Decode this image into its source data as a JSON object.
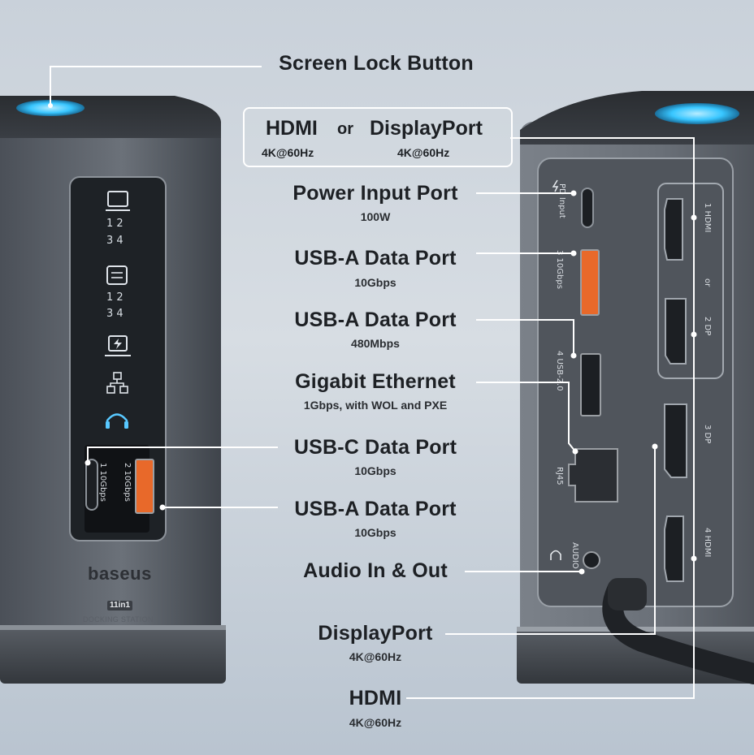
{
  "brand": {
    "name": "baseus",
    "badge": "11in1",
    "subtitle": "DOCKING STATION"
  },
  "callouts": {
    "screen_lock": "Screen Lock Button",
    "hdmi_or_dp": {
      "left_title": "HDMI",
      "or": "or",
      "right_title": "DisplayPort",
      "left_spec": "4K@60Hz",
      "right_spec": "4K@60Hz"
    },
    "power_input": {
      "title": "Power Input Port",
      "spec": "100W"
    },
    "usb_a_10g": {
      "title": "USB-A Data Port",
      "spec": "10Gbps"
    },
    "usb_a_480": {
      "title": "USB-A Data Port",
      "spec": "480Mbps"
    },
    "ethernet": {
      "title": "Gigabit Ethernet",
      "spec": "1Gbps, with WOL and PXE"
    },
    "usb_c": {
      "title": "USB-C Data Port",
      "spec": "10Gbps"
    },
    "usb_a_front": {
      "title": "USB-A Data Port",
      "spec": "10Gbps"
    },
    "audio": {
      "title": "Audio In & Out"
    },
    "displayport": {
      "title": "DisplayPort",
      "spec": "4K@60Hz"
    },
    "hdmi": {
      "title": "HDMI",
      "spec": "4K@60Hz"
    }
  },
  "panel_labels": {
    "display_numbers_1": "1 2",
    "display_numbers_2": "3 4",
    "usb_numbers_1": "1 2",
    "usb_numbers_2": "3 4",
    "front_port_1": "1 10Gbps",
    "front_port_2": "2 10Gbps",
    "rear_pd": "PD Input",
    "rear_usb3": "3 10Gbps",
    "rear_usb4": "4 USB-2.0",
    "rear_rj45": "RJ45",
    "rear_audio": "AUDIO",
    "rear_hdmi1": "1 HDMI",
    "rear_or": "or",
    "rear_dp2": "2 DP",
    "rear_dp3": "3 DP",
    "rear_hdmi4": "4 HDMI"
  },
  "colors": {
    "accent_blue": "#38c6ff",
    "usb_orange": "#e8692a",
    "body_gray": "#5e646c"
  }
}
